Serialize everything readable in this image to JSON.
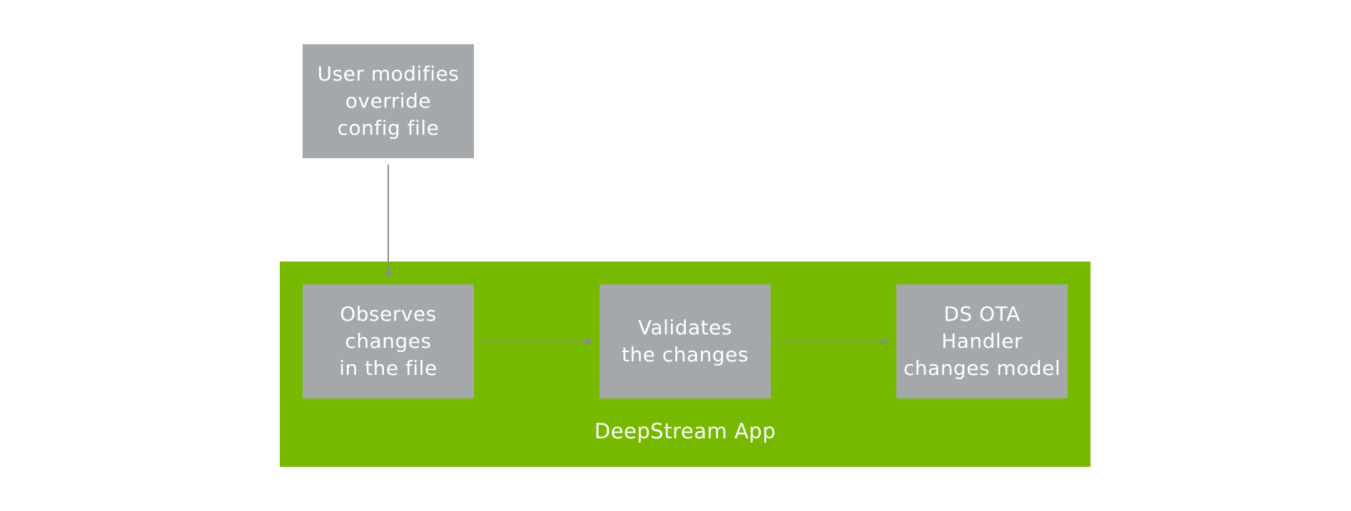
{
  "diagram": {
    "nodes": {
      "user_modifies": {
        "lines": [
          "User modifies",
          "override",
          "config file"
        ]
      },
      "observes": {
        "lines": [
          "Observes",
          "changes",
          "in the file"
        ]
      },
      "validates": {
        "lines": [
          "Validates",
          "the changes"
        ]
      },
      "handler": {
        "lines": [
          "DS OTA",
          "Handler",
          "changes model"
        ]
      }
    },
    "container_label": "DeepStream App",
    "edges": [
      {
        "from": "user_modifies",
        "to": "observes"
      },
      {
        "from": "observes",
        "to": "validates"
      },
      {
        "from": "validates",
        "to": "handler"
      }
    ],
    "colors": {
      "container": "#76b900",
      "node": "#a4a8aa",
      "arrow": "#8c8c8c",
      "text": "#ffffff"
    }
  }
}
